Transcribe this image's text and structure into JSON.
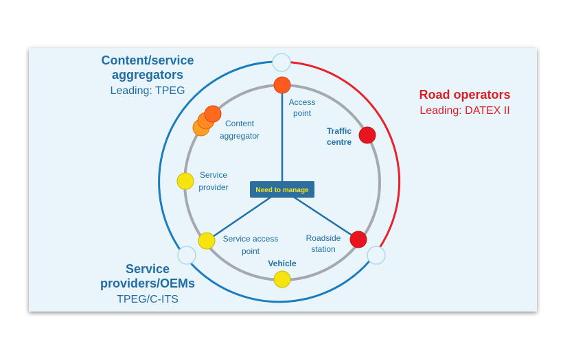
{
  "groups": {
    "content_aggregators": {
      "title_line1": "Content/service",
      "title_line2": "aggregators",
      "sub": "Leading: TPEG"
    },
    "road_operators": {
      "title": "Road operators",
      "sub": "Leading: DATEX II"
    },
    "service_providers": {
      "title_line1": "Service",
      "title_line2": "providers/OEMs",
      "sub": "TPEG/C-ITS"
    }
  },
  "center": {
    "label": "Need to manage"
  },
  "nodes": {
    "access_point": {
      "line1": "Access",
      "line2": "point",
      "color": "#ff5a1f"
    },
    "traffic_centre": {
      "line1": "Traffic",
      "line2": "centre",
      "color": "#e8141e"
    },
    "content_aggregator": {
      "line1": "Content",
      "line2": "aggregator",
      "color": "#ff7a1e"
    },
    "service_provider": {
      "line1": "Service",
      "line2": "provider",
      "color": "#f6e410"
    },
    "service_access_point": {
      "line1": "Service access",
      "line2": "point",
      "color": "#f6e410"
    },
    "roadside_station": {
      "line1": "Roadside",
      "line2": "station",
      "color": "#e8141e"
    },
    "vehicle": {
      "line1": "Vehicle",
      "color": "#f6e410"
    }
  },
  "colors": {
    "blue_arc": "#1a7dbf",
    "red_arc": "#e8222a",
    "inner_ring": "#a5a9ad",
    "spoke": "#1f6fa8",
    "center_box": "#2c6f9e"
  }
}
